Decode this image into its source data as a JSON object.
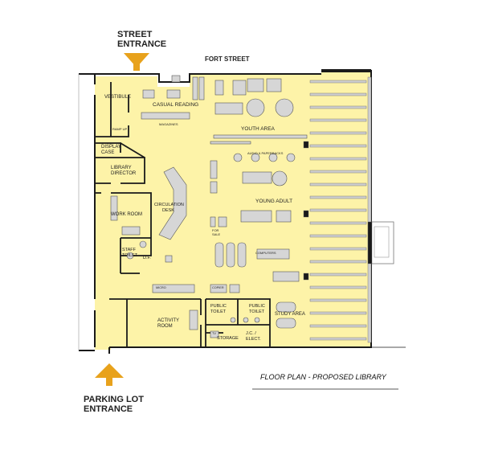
{
  "street_entrance": {
    "line1": "STREET",
    "line2": "ENTRANCE"
  },
  "parking_entrance": {
    "line1": "PARKING LOT",
    "line2": "ENTRANCE"
  },
  "street_name": "FORT STREET",
  "title": "FLOOR PLAN - PROPOSED LIBRARY",
  "rooms": {
    "vestibule": "VESTIBULE",
    "casual_reading": "CASUAL READING",
    "magazines": "MAGAZINES",
    "youth_area": "YOUTH AREA",
    "ramp_up": "RAMP UP",
    "display_case": [
      "DISPLAY",
      "CASE"
    ],
    "library_director": [
      "LIBRARY",
      "DIRECTOR"
    ],
    "audio_paperbacks": "AUDIO & PAPERBACKS",
    "circulation_desk": [
      "CIRCULATION",
      "DESK"
    ],
    "young_adult": "YOUNG ADULT",
    "work_room": "WORK ROOM",
    "for_sale": [
      "FOR",
      "SALE"
    ],
    "computers": "COMPUTERS",
    "staff_toilet": [
      "STAFF",
      "TOILET"
    ],
    "df": "D.F.",
    "micro": "MICRO",
    "copier": "COPIER",
    "activity_room": [
      "ACTIVITY",
      "ROOM"
    ],
    "public_toilet_left": [
      "PUBLIC",
      "TOILET"
    ],
    "public_toilet_right": [
      "PUBLIC",
      "TOILET"
    ],
    "storage": "STORAGE",
    "study_area": "STUDY AREA",
    "jc_elect": [
      "J.C. /",
      "ELECT."
    ],
    "tv": "TV"
  },
  "colors": {
    "floor": "#FDF3A8",
    "wall": "#1a1a1a",
    "furniture": "#d6d6d6",
    "arrow": "#E8A21C"
  }
}
